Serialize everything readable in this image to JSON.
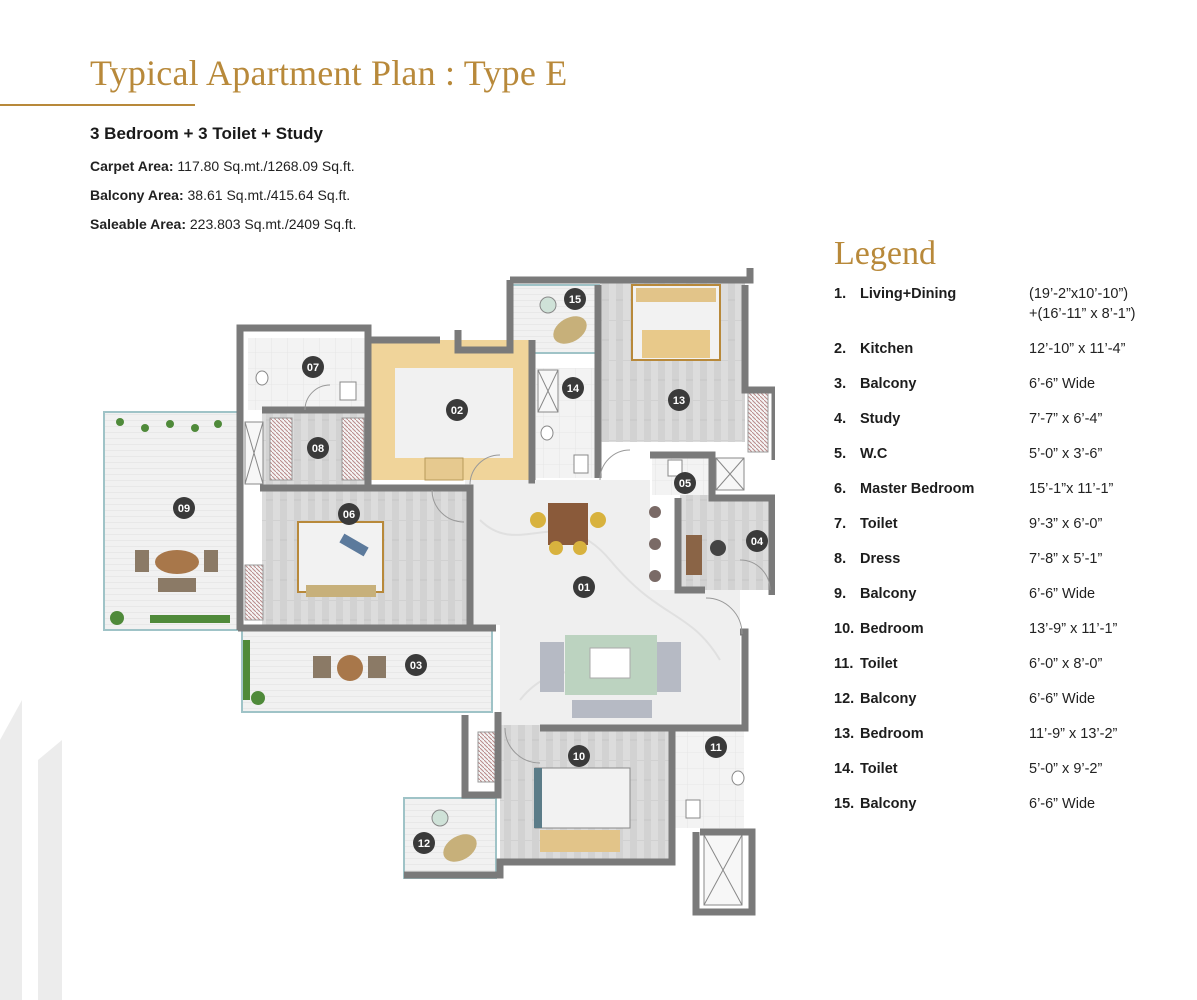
{
  "header": {
    "title": "Typical Apartment Plan : Type E",
    "subtitle": "3 Bedroom + 3 Toilet + Study",
    "areas": [
      {
        "label": "Carpet Area:",
        "value": "117.80 Sq.mt./1268.09 Sq.ft."
      },
      {
        "label": "Balcony Area:",
        "value": "38.61 Sq.mt./415.64 Sq.ft."
      },
      {
        "label": "Saleable Area:",
        "value": "223.803 Sq.mt./2409 Sq.ft."
      }
    ]
  },
  "legend": {
    "title": "Legend",
    "items": [
      {
        "num": "1.",
        "name": "Living+Dining",
        "dim": "(19’-2”x10’-10”)",
        "dim2": "+(16’-11” x 8’-1”)"
      },
      {
        "num": "2.",
        "name": "Kitchen",
        "dim": "12’-10” x 11’-4”"
      },
      {
        "num": "3.",
        "name": "Balcony",
        "dim": "6’-6” Wide"
      },
      {
        "num": "4.",
        "name": "Study",
        "dim": "7’-7” x 6’-4”"
      },
      {
        "num": "5.",
        "name": "W.C",
        "dim": "5’-0” x 3’-6”"
      },
      {
        "num": "6.",
        "name": "Master Bedroom",
        "dim": "15’-1”x 11’-1”"
      },
      {
        "num": "7.",
        "name": "Toilet",
        "dim": "9’-3” x 6’-0”"
      },
      {
        "num": "8.",
        "name": "Dress",
        "dim": "7’-8” x 5’-1”"
      },
      {
        "num": "9.",
        "name": "Balcony",
        "dim": "6’-6” Wide"
      },
      {
        "num": "10.",
        "name": "Bedroom",
        "dim": "13’-9” x 11’-1”"
      },
      {
        "num": "11.",
        "name": "Toilet",
        "dim": "6’-0” x 8’-0”"
      },
      {
        "num": "12.",
        "name": "Balcony",
        "dim": "6’-6” Wide"
      },
      {
        "num": "13.",
        "name": "Bedroom",
        "dim": "11’-9” x 13’-2”"
      },
      {
        "num": "14.",
        "name": "Toilet",
        "dim": "5’-0” x 9’-2”"
      },
      {
        "num": "15.",
        "name": "Balcony",
        "dim": "6’-6” Wide"
      }
    ]
  },
  "plan": {
    "room_labels": [
      "01",
      "02",
      "03",
      "04",
      "05",
      "06",
      "07",
      "08",
      "09",
      "10",
      "11",
      "12",
      "13",
      "14",
      "15"
    ],
    "colors": {
      "accent": "#b8893a",
      "wall": "#7a7a7a",
      "floor_marble": "#eeeeee",
      "floor_wood": "#d9d9d9",
      "kitchen_floor": "#f0d49a",
      "balcony_floor": "#efefef",
      "badge": "#3a3a3a"
    }
  }
}
